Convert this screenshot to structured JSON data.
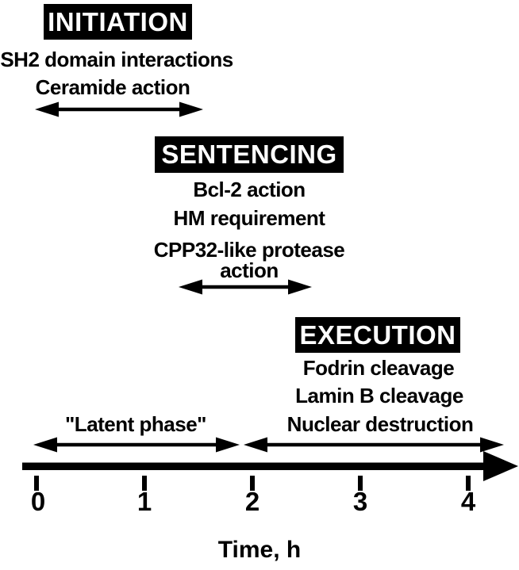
{
  "colors": {
    "ink": "#000000",
    "paper": "#ffffff",
    "header_bg": "#000000",
    "header_text": "#ffffff"
  },
  "phases": [
    {
      "title": "INITIATION",
      "items": [
        "SH2 domain interactions",
        "Ceramide action"
      ],
      "span_hours": [
        0,
        1.5
      ]
    },
    {
      "title": "SENTENCING",
      "items": [
        "Bcl-2 action",
        "HM requirement",
        "CPP32-like protease action"
      ],
      "span_hours": [
        1.3,
        2.5
      ]
    },
    {
      "title": "EXECUTION",
      "items": [
        "Fodrin cleavage",
        "Lamin B cleavage",
        "Nuclear destruction"
      ],
      "span_hours": [
        1.9,
        4.3
      ]
    }
  ],
  "timeline": {
    "latent_phase_label": "\"Latent phase\"",
    "latent_phase_span_hours": [
      0,
      1.9
    ],
    "nuclear_destruction_span_hours": [
      1.9,
      4.3
    ],
    "tick_labels": [
      "0",
      "1",
      "2",
      "3",
      "4"
    ],
    "axis_label": "Time, h",
    "axis_range_hours": [
      0,
      4.3
    ]
  }
}
